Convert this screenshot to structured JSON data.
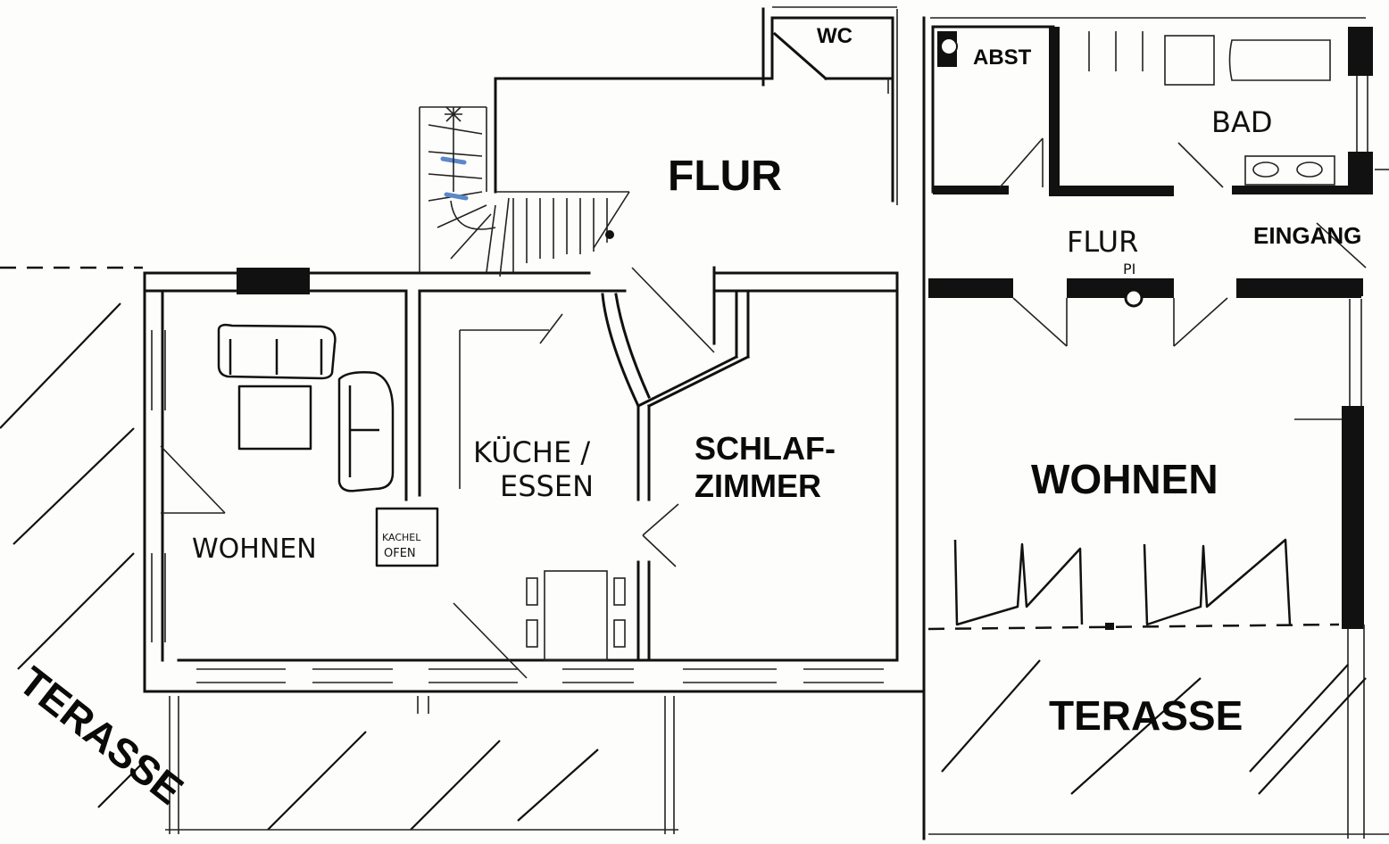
{
  "rooms": {
    "wc": "WC",
    "abst": "ABST",
    "bad": "BAD",
    "flur_main": "FLUR",
    "flur_right": "FLUR",
    "eingang": "EINGANG",
    "kueche_line1": "KÜCHE /",
    "kueche_line2": "ESSEN",
    "schlaf_line1": "SCHLAF-",
    "schlaf_line2": "ZIMMER",
    "wohnen_left": "WOHNEN",
    "wohnen_right": "WOHNEN",
    "kachel_line1": "KACHEL",
    "kachel_line2": "OFEN",
    "terasse_left": "TERASSE",
    "terasse_right": "TERASSE",
    "pi_marker": "PI"
  },
  "colors": {
    "ink": "#111111",
    "paper": "#fdfdfb",
    "stair_marker": "#5b88c9"
  }
}
